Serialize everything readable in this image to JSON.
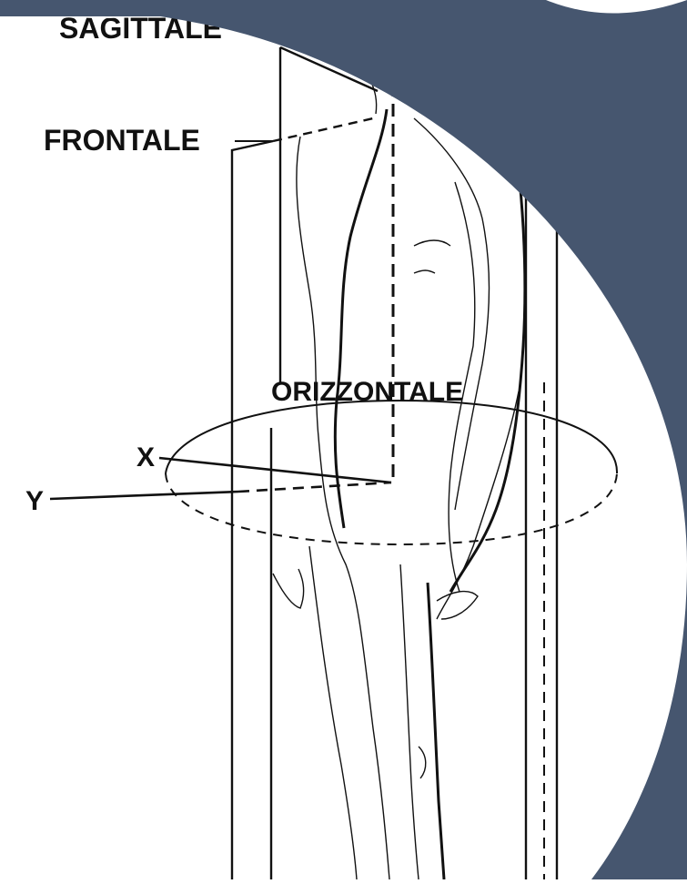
{
  "labels": {
    "sagittal": "SAGITTALE",
    "frontal": "FRONTALE",
    "horizontal": "ORIZZONTALE",
    "axis_x": "X",
    "axis_y": "Y"
  },
  "colors": {
    "background": "#ffffff",
    "line": "#111111",
    "overlay": "#46566f"
  },
  "decor": {
    "overlay_shape": "slate-blue-circular-overlay"
  }
}
